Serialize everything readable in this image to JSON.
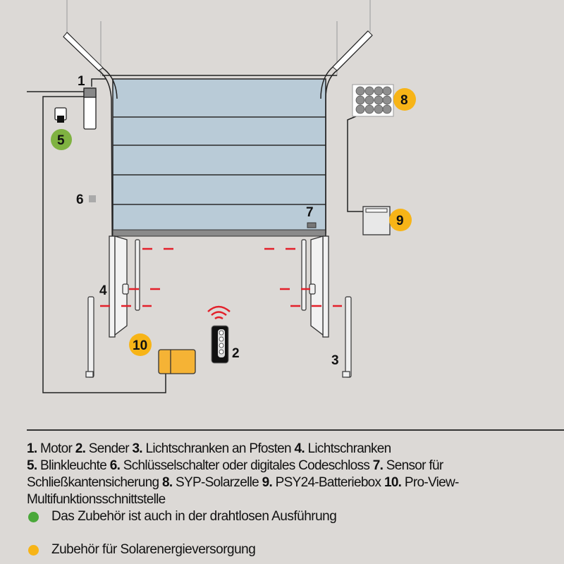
{
  "labels": {
    "n1": "1",
    "n2": "2",
    "n3": "3",
    "n4": "4",
    "n5": "5",
    "n6": "6",
    "n7": "7",
    "n8": "8",
    "n9": "9",
    "n10": "10"
  },
  "legend": {
    "items": [
      {
        "num": "1.",
        "text": "Motor"
      },
      {
        "num": "2.",
        "text": "Sender"
      },
      {
        "num": "3.",
        "text": "Lichtschranken an Pfosten"
      },
      {
        "num": "4.",
        "text": "Lichtschranken"
      },
      {
        "num": "5.",
        "text": "Blinkleuchte"
      },
      {
        "num": "6.",
        "text": "Schlüsselschalter oder digitales Codeschloss"
      },
      {
        "num": "7.",
        "text": "Sensor für Schließkantensicherung"
      },
      {
        "num": "8.",
        "text": "SYP-Solarzelle"
      },
      {
        "num": "9.",
        "text": "PSY24-Batteriebox"
      },
      {
        "num": "10.",
        "text": "Pro-View-Multifunktionsschnittstelle"
      }
    ],
    "wireless_note": "Das Zubehör ist auch in der drahtlosen Ausführung",
    "solar_note": "Zubehör für Solarenergieversorgung"
  },
  "colors": {
    "wireless": "#4aa83a",
    "solar": "#f7b417",
    "door": "#b9cbd7",
    "background": "#dcd9d6",
    "beam": "#e3202a"
  }
}
